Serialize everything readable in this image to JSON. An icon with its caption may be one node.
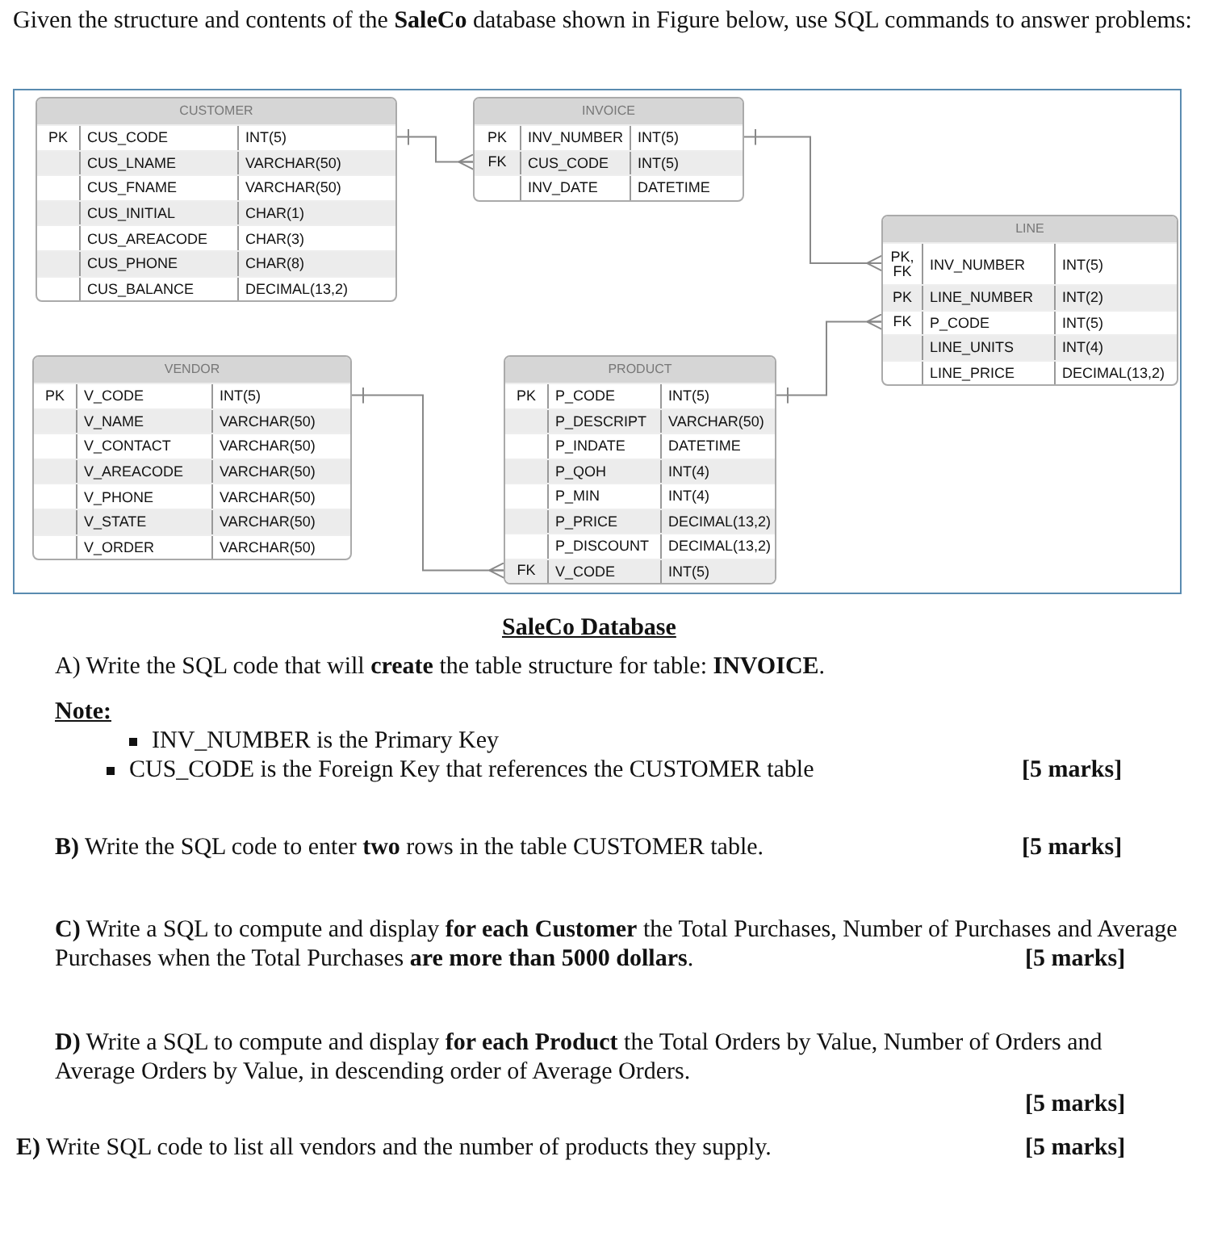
{
  "diagram": {
    "caption": "SaleCo Database",
    "nodes": [
      {
        "text": [
          "CUSTOMER"
        ]
      },
      {
        "text": [
          "PK",
          "CUS_CODE",
          "INT(5)"
        ],
        "in": 0
      },
      {
        "text": [
          "CUS_LNAME",
          "VARCHAR(50)"
        ],
        "in": 0
      },
      {
        "text": [
          "CUS_FNAME",
          "VARCHAR(50)"
        ],
        "in": 0
      },
      {
        "text": [
          "CUS_INITIAL",
          "CHAR(1)"
        ],
        "in": 0
      },
      {
        "text": [
          "CUS_AREACODE",
          "CHAR(3)"
        ],
        "in": 0
      },
      {
        "text": [
          "CUS_PHONE",
          "CHAR(8)"
        ],
        "in": 0
      },
      {
        "text": [
          "CUS_BALANCE",
          "DECIMAL(13,2)"
        ],
        "in": 0
      },
      {
        "text": [
          "INVOICE"
        ]
      },
      {
        "text": [
          "PK",
          "INV_NUMBER",
          "INT(5)"
        ],
        "in": 8
      },
      {
        "text": [
          "FK",
          "CUS_CODE",
          "INT(5)"
        ],
        "in": 8
      },
      {
        "text": [
          "INV_DATE",
          "DATETIME"
        ],
        "in": 8
      },
      {
        "text": [
          "LINE"
        ]
      },
      {
        "text": [
          "PK, FK",
          "INV_NUMBER",
          "INT(5)"
        ],
        "in": 12
      },
      {
        "text": [
          "PK",
          "LINE_NUMBER",
          "INT(2)"
        ],
        "in": 12
      },
      {
        "text": [
          "FK",
          "P_CODE",
          "INT(5)"
        ],
        "in": 12
      },
      {
        "text": [
          "LINE_UNITS",
          "INT(4)"
        ],
        "in": 12
      },
      {
        "text": [
          "LINE_PRICE",
          "DECIMAL(13,2)"
        ],
        "in": 12
      },
      {
        "text": [
          "VENDOR"
        ]
      },
      {
        "text": [
          "PK",
          "V_CODE",
          "INT(5)"
        ],
        "in": 18
      },
      {
        "text": [
          "V_NAME",
          "VARCHAR(50)"
        ],
        "in": 18
      },
      {
        "text": [
          "V_CONTACT",
          "VARCHAR(50)"
        ],
        "in": 18
      },
      {
        "text": [
          "V_AREACODE",
          "VARCHAR(50)"
        ],
        "in": 18
      },
      {
        "text": [
          "V_PHONE",
          "VARCHAR(50)"
        ],
        "in": 18
      },
      {
        "text": [
          "V_STATE",
          "VARCHAR(50)"
        ],
        "in": 18
      },
      {
        "text": [
          "V_ORDER",
          "VARCHAR(50)"
        ],
        "in": 18
      },
      {
        "text": [
          "PRODUCT"
        ]
      },
      {
        "text": [
          "PK",
          "P_CODE",
          "INT(5)"
        ],
        "in": 26
      },
      {
        "text": [
          "P_DESCRIPT",
          "VARCHAR(50)"
        ],
        "in": 26
      },
      {
        "text": [
          "P_INDATE",
          "DATETIME"
        ],
        "in": 26
      },
      {
        "text": [
          "P_QOH",
          "INT(4)"
        ],
        "in": 26
      },
      {
        "text": [
          "P_MIN",
          "INT(4)"
        ],
        "in": 26
      },
      {
        "text": [
          "P_PRICE",
          "DECIMAL(13,2)"
        ],
        "in": 26
      },
      {
        "text": [
          "P_DISCOUNT",
          "DECIMAL(13,2)"
        ],
        "in": 26
      },
      {
        "text": [
          "FK",
          "V_CODE",
          "INT(5)"
        ],
        "in": 26
      }
    ],
    "edges": [
      {
        "from": 1,
        "to": 10,
        "arrow": "other"
      },
      {
        "from": 9,
        "to": 13,
        "arrow": "other"
      },
      {
        "from": 27,
        "to": 15,
        "arrow": "other"
      },
      {
        "from": 19,
        "to": 34,
        "arrow": "other"
      }
    ],
    "labels": [
      "Given the structure and contents of the **SaleCo** database shown in Figure below, use SQL commands to answer problems:",
      "A) Write the SQL code that will **create** the table structure for table: **INVOICE**.",
      "Note:",
      "INV_NUMBER is the Primary Key",
      "CUS_CODE is the Foreign Key that references the CUSTOMER table",
      "[5 marks]",
      "**B)** Write the SQL code to enter **two** rows in the table CUSTOMER table.",
      "[5 marks]",
      "**C)** Write a SQL to compute and display **for each Customer** the Total Purchases, Number of Purchases and Average Purchases when the Total Purchases **are more than 5000 dollars**.",
      "[5 marks]",
      "**D)** Write a SQL to compute and display **for each Product** the Total Orders by Value, Number of Orders and Average Orders by Value, in descending order of Average Orders.",
      "[5 marks]",
      "**E)** Write SQL code to list all vendors and the number of products they supply.",
      "[5 marks]"
    ]
  }
}
